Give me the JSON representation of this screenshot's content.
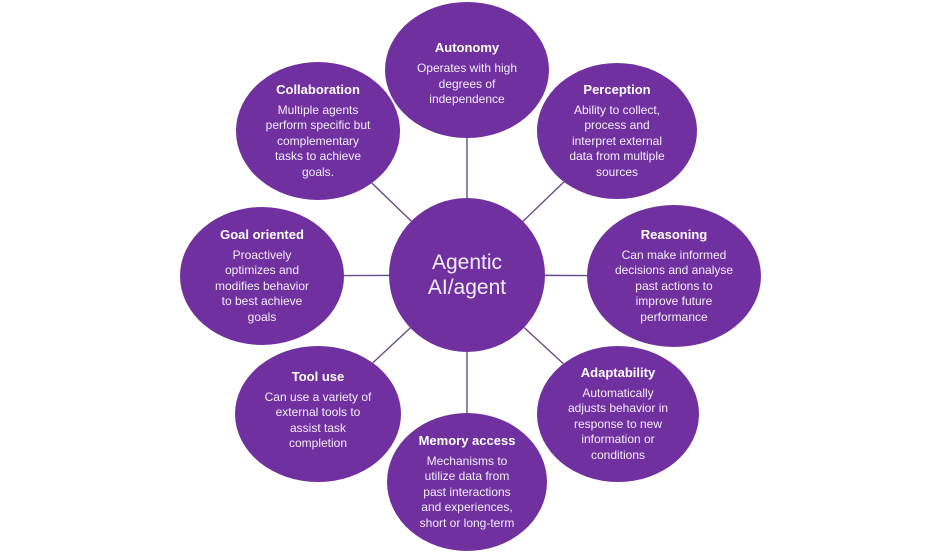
{
  "colors": {
    "node_fill": "#7030a0",
    "connector": "#6a4a8c",
    "text": "#ffffff",
    "background": "#ffffff"
  },
  "hub": {
    "label": "Agentic\nAI/agent"
  },
  "nodes": [
    {
      "id": "autonomy",
      "title": "Autonomy",
      "description": "Operates with high\ndegrees of\nindependence"
    },
    {
      "id": "perception",
      "title": "Perception",
      "description": "Ability to collect,\nprocess and\ninterpret external\ndata from multiple\nsources"
    },
    {
      "id": "reasoning",
      "title": "Reasoning",
      "description": "Can make informed\ndecisions and analyse\npast actions to\nimprove future\nperformance"
    },
    {
      "id": "adaptability",
      "title": "Adaptability",
      "description": "Automatically\nadjusts behavior in\nresponse to new\ninformation or\nconditions"
    },
    {
      "id": "memory-access",
      "title": "Memory access",
      "description": "Mechanisms to\nutilize data from\npast interactions\nand experiences,\nshort or long-term"
    },
    {
      "id": "tool-use",
      "title": "Tool use",
      "description": "Can use a variety of\nexternal tools to\nassist task\ncompletion"
    },
    {
      "id": "goal-oriented",
      "title": "Goal oriented",
      "description": "Proactively\noptimizes and\nmodifies behavior\nto best achieve\ngoals"
    },
    {
      "id": "collaboration",
      "title": "Collaboration",
      "description": "Multiple agents\nperform specific but\ncomplementary\ntasks to achieve\ngoals."
    }
  ]
}
